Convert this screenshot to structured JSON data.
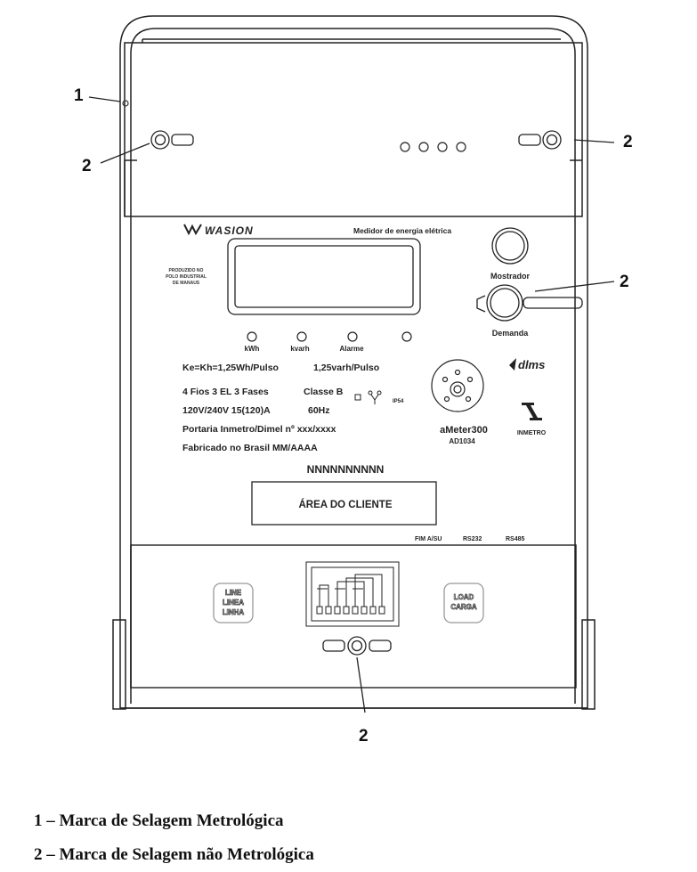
{
  "callouts": {
    "seal_metrological_number": "1",
    "seal_top_left_number": "2",
    "seal_top_right_number": "2",
    "seal_dial_number": "2",
    "seal_bottom_number": "2"
  },
  "meter": {
    "brand": "WASION",
    "title": "Medidor de energia elétrica",
    "produced_text": [
      "PRODUZIDO NO",
      "POLO INDUSTRIAL",
      "DE MANAUS"
    ],
    "button_top_label": "Mostrador",
    "button_bottom_label": "Demanda",
    "led_labels": {
      "kwh": "kWh",
      "kvarh": "kvarh",
      "alarm": "Alarme"
    },
    "constants": "Ke=Kh=1,25Wh/Pulso",
    "constants_var": "1,25varh/Pulso",
    "wiring": "4 Fios 3 EL 3 Fases",
    "accuracy_class": "Classe B",
    "ip_rating": "IP54",
    "voltage_current": "120V/240V 15(120)A",
    "frequency": "60Hz",
    "ordinance": "Portaria Inmetro/Dimel nº xxx/xxxx",
    "manufactured": "Fabricado no Brasil MM/AAAA",
    "model": "aMeter300",
    "model_code": "AD1034",
    "dlms_logo": "dlms",
    "inmetro_logo": "INMETRO",
    "serial": "NNNNNNNNNN",
    "client_area": "ÁREA DO CLIENTE",
    "ports": [
      "FIM A/SU",
      "RS232",
      "RS485"
    ],
    "terminal_line_label": [
      "LINE",
      "LINEA",
      "LINHA"
    ],
    "terminal_load_label": [
      "LOAD",
      "CARGA"
    ]
  },
  "legend": {
    "item1": "1 – Marca de Selagem Metrológica",
    "item2": "2 – Marca de Selagem não Metrológica"
  }
}
